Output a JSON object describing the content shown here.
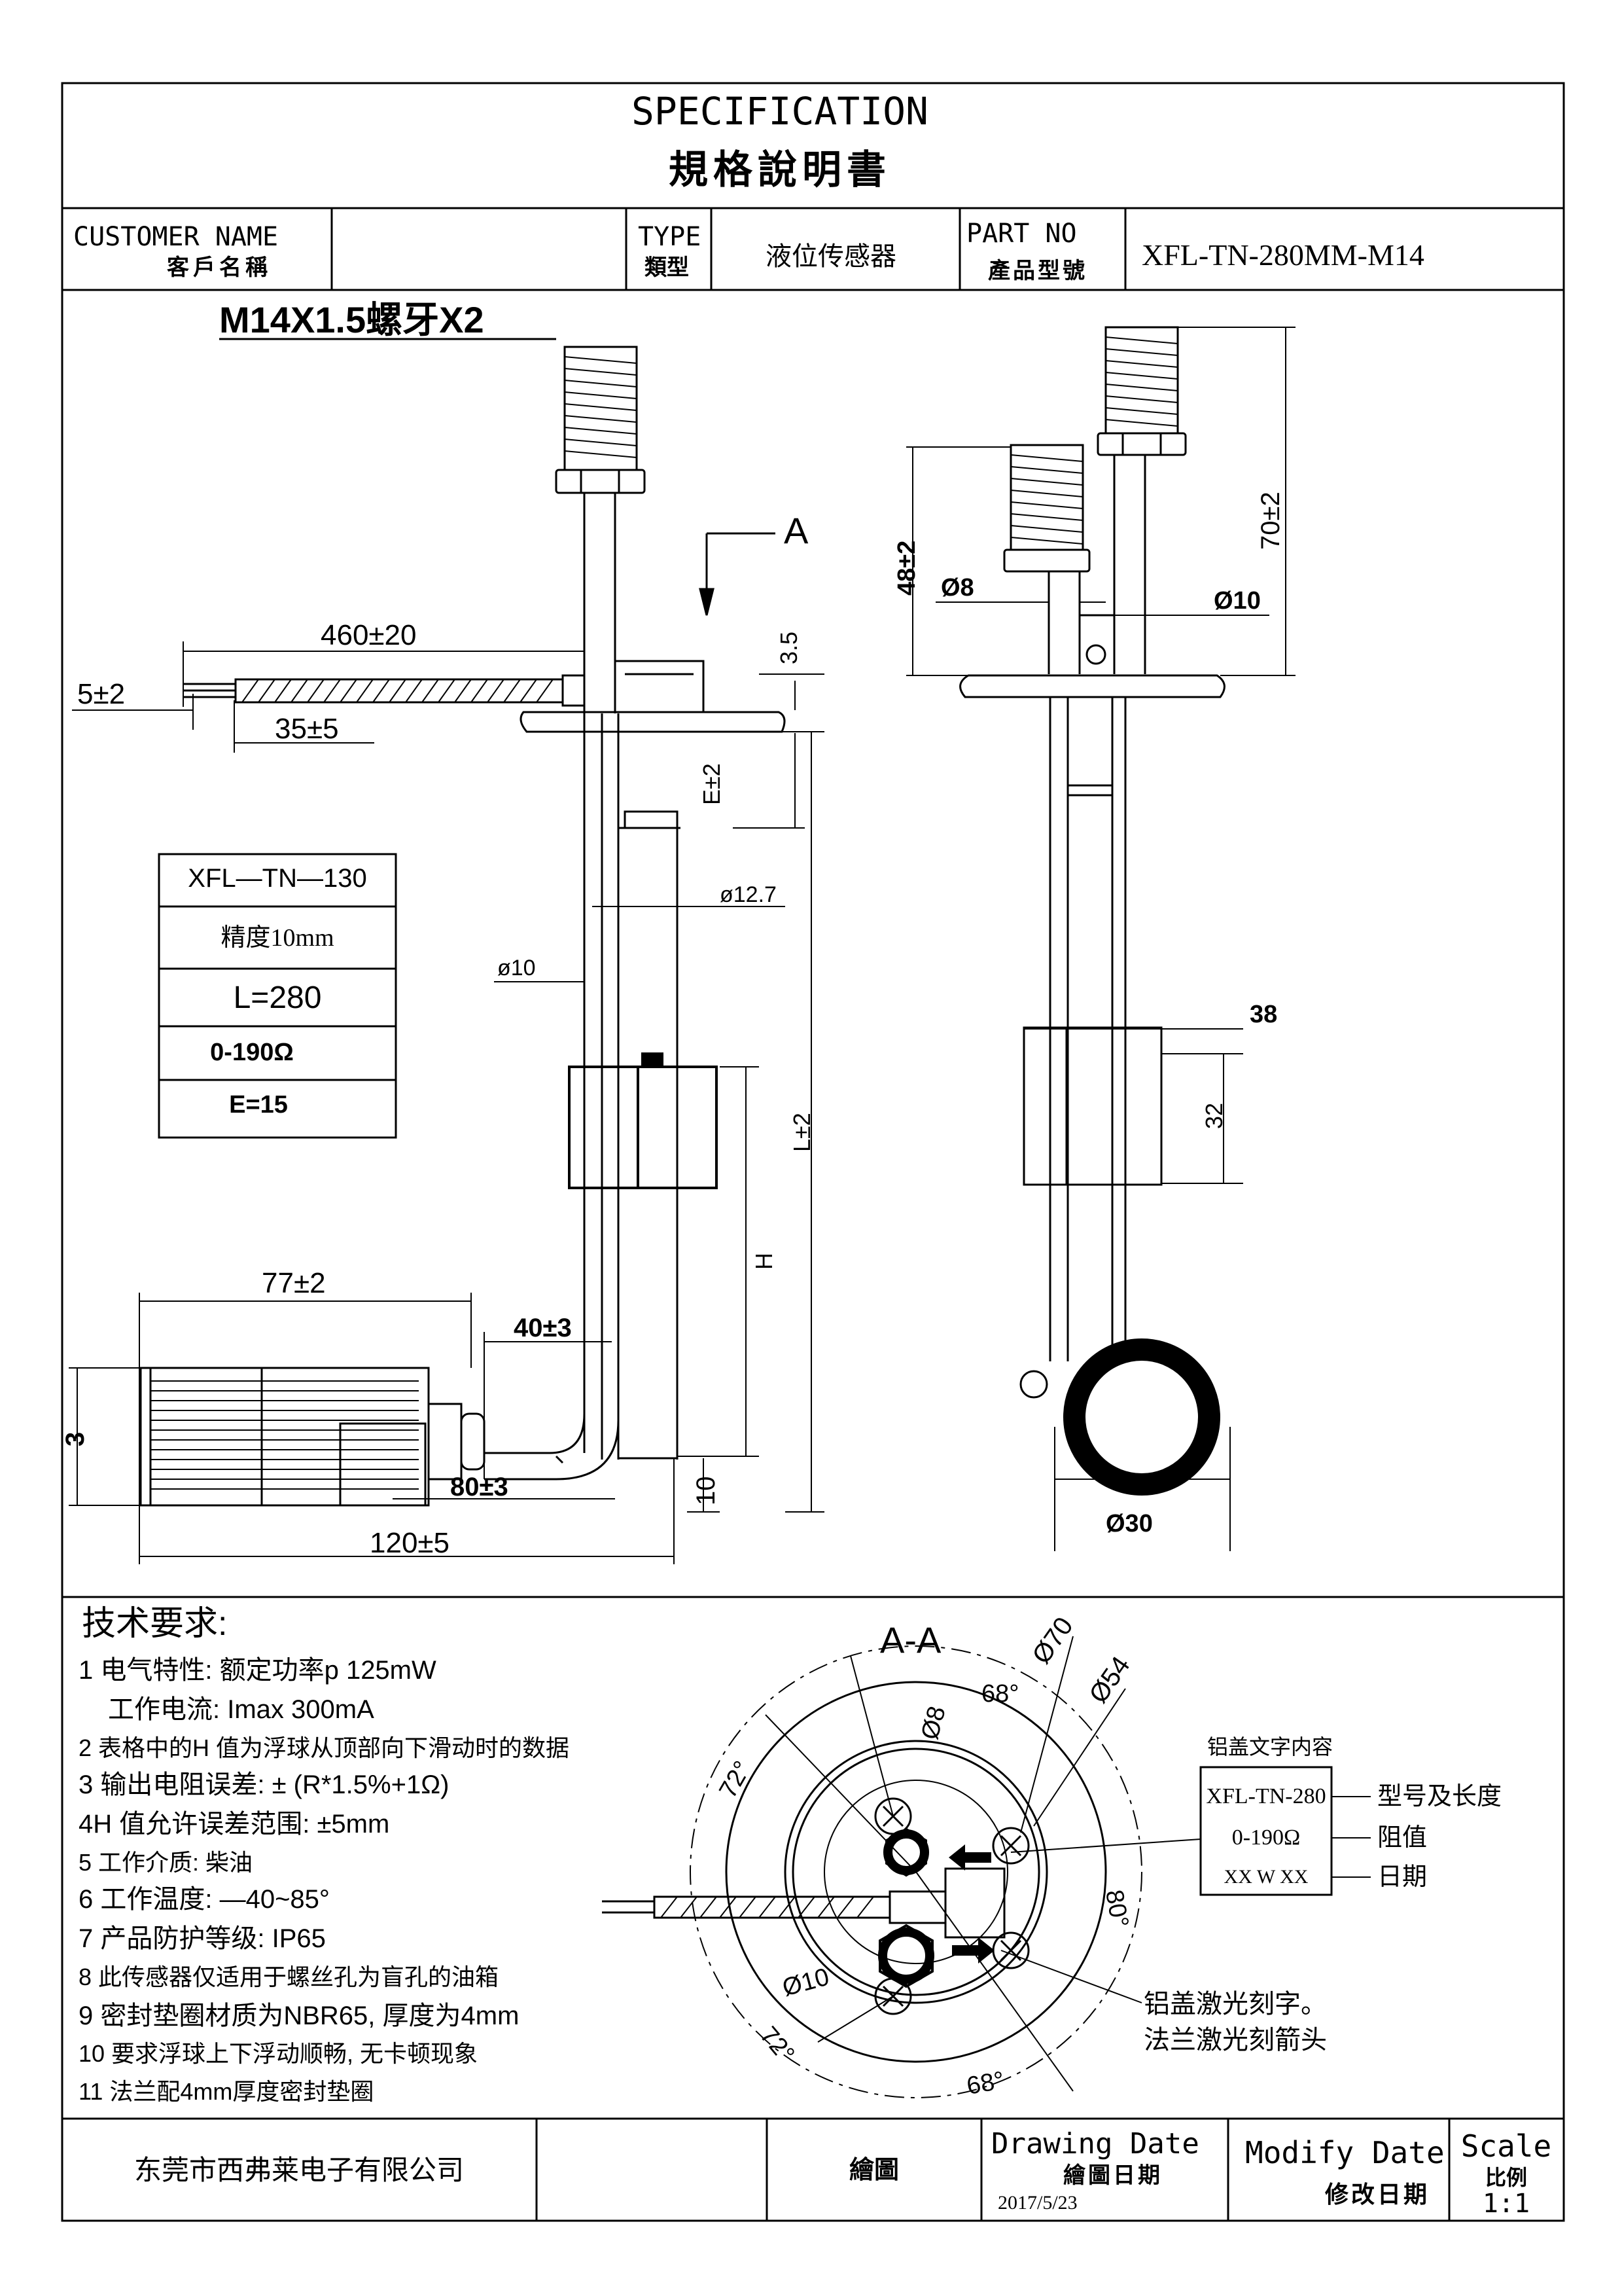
{
  "header": {
    "title_en": "SPECIFICATION",
    "title_cn": "規格說明書",
    "customer_label_en": "CUSTOMER NAME",
    "customer_label_cn": "客戶名稱",
    "customer_value": "",
    "type_label_en": "TYPE",
    "type_label_cn": "類型",
    "type_value": "液位传感器",
    "part_label_en": "PART NO",
    "part_label_cn": "產品型號",
    "part_value": "XFL-TN-280MM-M14"
  },
  "drawing": {
    "thread_label": "M14X1.5螺牙X2",
    "section_marker": "A",
    "dims": {
      "cable_length": "460±20",
      "strip_length": "5±2",
      "sleeve_length": "35±5",
      "gap_top": "3.5",
      "e_dim": "E±2",
      "float_dia": "ø12.7",
      "tube_dia": "ø10",
      "l_dim": "L±2",
      "h_dim": "H",
      "connector_len": "77±2",
      "elbow_len": "40±3",
      "side_len": "80±3",
      "bottom_gap": "10",
      "overall_len": "120±5",
      "side_3": "3",
      "right_48": "48±2",
      "right_70": "70±2",
      "right_d8": "Ø8",
      "right_d10": "Ø10",
      "right_38": "38",
      "right_32": "32",
      "right_d30": "Ø30"
    },
    "spec_box": {
      "model": "XFL—TN—130",
      "accuracy": "精度10mm",
      "length": "L=280",
      "resistance": "0-190Ω",
      "e_value": "E=15"
    }
  },
  "requirements": {
    "title": "技术要求:",
    "items": [
      "1 电气特性: 额定功率p   125mW",
      "工作电流: Imax   300mA",
      "2 表格中的H 值为浮球从顶部向下滑动时的数据",
      "3 输出电阻误差: ± (R*1.5%+1Ω)",
      "4H 值允许误差范围: ±5mm",
      "5 工作介质: 柴油",
      "6 工作温度: —40~85°",
      "7 产品防护等级: IP65",
      "8 此传感器仅适用于螺丝孔为盲孔的油箱",
      "9 密封垫圈材质为NBR65, 厚度为4mm",
      "10 要求浮球上下浮动顺畅, 无卡顿现象",
      "11 法兰配4mm厚度密封垫圈"
    ]
  },
  "section_view": {
    "title": "A-A",
    "d70": "Ø70",
    "d54": "Ø54",
    "d8": "Ø8",
    "d10": "Ø10",
    "angle68_top": "68°",
    "angle72_left": "72°",
    "angle72_bottom": "72°",
    "angle68_bottom": "68°",
    "angle80": "80°",
    "laser_note_1": "铝盖激光刻字。",
    "laser_note_2": "法兰激光刻箭头",
    "cap_title": "铝盖文字内容",
    "cap_line1": "XFL-TN-280",
    "cap_line2": "0-190Ω",
    "cap_line3": "XX W XX",
    "cap_lbl1": "型号及长度",
    "cap_lbl2": "阻值",
    "cap_lbl3": "日期"
  },
  "footer": {
    "company": "东莞市西弗莱电子有限公司",
    "drawn_label": "繪圖",
    "drawing_date_en": "Drawing Date",
    "drawing_date_cn": "繪圖日期",
    "drawing_date_value": "2017/5/23",
    "modify_date_en": "Modify Date",
    "modify_date_cn": "修改日期",
    "scale_en": "Scale",
    "scale_cn": "比例",
    "scale_value": "1:1"
  }
}
